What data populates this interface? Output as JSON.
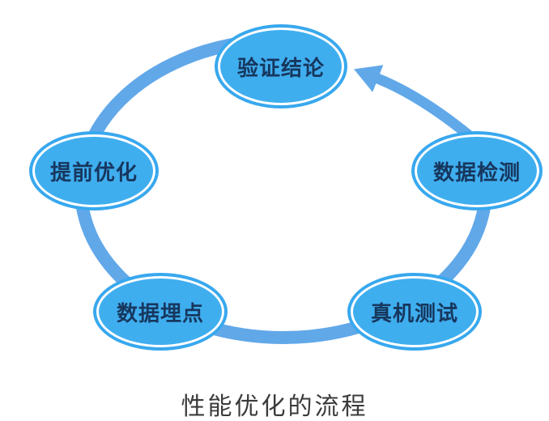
{
  "diagram": {
    "type": "cycle",
    "title": "性能优化的流程",
    "nodes": [
      {
        "id": "verify-conclusion",
        "label": "验证结论",
        "position": "top"
      },
      {
        "id": "data-detection",
        "label": "数据检测",
        "position": "upper-right"
      },
      {
        "id": "real-device-testing",
        "label": "真机测试",
        "position": "lower-right"
      },
      {
        "id": "data-tracking",
        "label": "数据埋点",
        "position": "lower-left"
      },
      {
        "id": "pre-optimization",
        "label": "提前优化",
        "position": "upper-left"
      }
    ],
    "arrow": {
      "from": "数据检测",
      "to": "验证结论"
    },
    "colors": {
      "ring": "#61a8e9",
      "node_fill": "#3faeef",
      "node_border": "#38a8ee",
      "node_text": "#17375e",
      "title_text": "#3b3b3b",
      "background": "#ffffff"
    }
  }
}
